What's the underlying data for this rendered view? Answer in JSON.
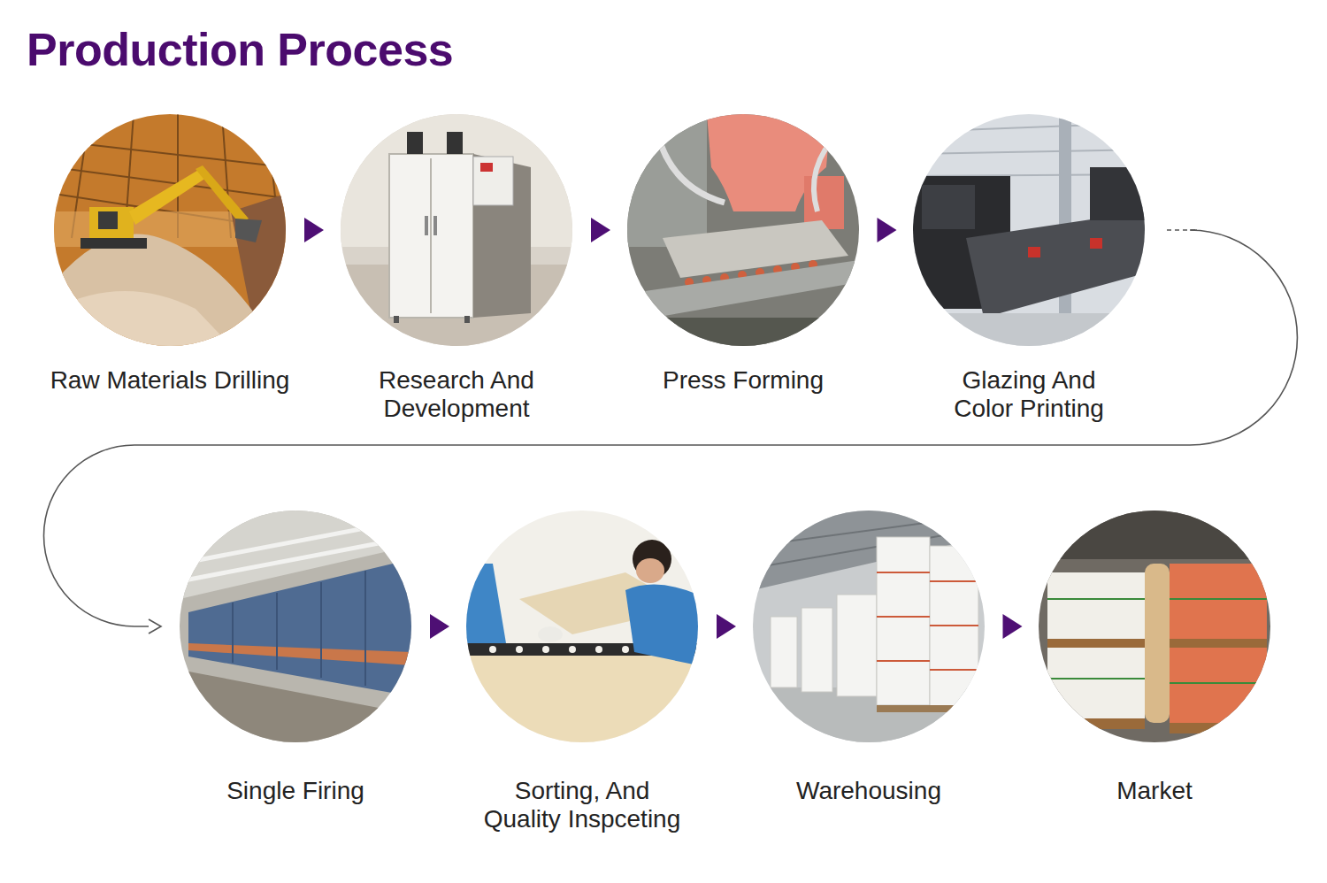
{
  "diagram": {
    "title": "Production Process",
    "nodes": [
      {
        "text": [
          "Raw Materials Drilling"
        ]
      },
      {
        "text": [
          "Research And Development"
        ]
      },
      {
        "text": [
          "Press Forming"
        ]
      },
      {
        "text": [
          "Glazing And Color Printing"
        ]
      },
      {
        "text": [
          "Single Firing"
        ]
      },
      {
        "text": [
          "Sorting, And Quality Inspceting"
        ]
      },
      {
        "text": [
          "Warehousing"
        ]
      },
      {
        "text": [
          "Market"
        ]
      }
    ],
    "edges": [
      {
        "from": 0,
        "to": 1,
        "arrow": "to"
      },
      {
        "from": 1,
        "to": 2,
        "arrow": "to"
      },
      {
        "from": 2,
        "to": 3,
        "arrow": "to"
      },
      {
        "from": 3,
        "to": 4,
        "arrow": "to"
      },
      {
        "from": 4,
        "to": 5,
        "arrow": "to"
      },
      {
        "from": 5,
        "to": 6,
        "arrow": "to"
      },
      {
        "from": 6,
        "to": 7,
        "arrow": "to"
      }
    ]
  }
}
